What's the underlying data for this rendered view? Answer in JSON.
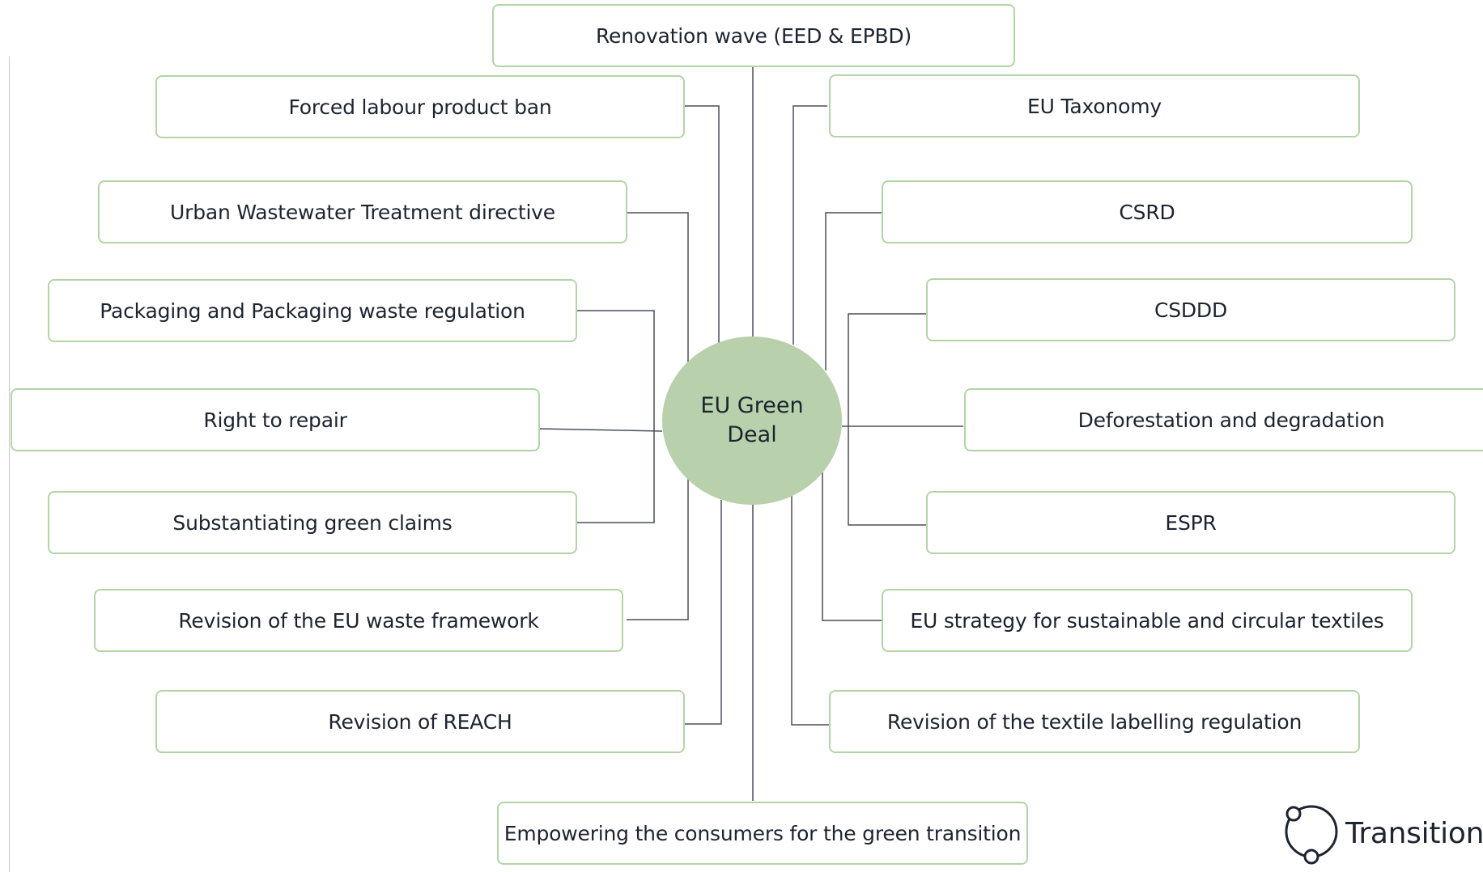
{
  "hub": {
    "line1": "EU Green",
    "line2": "Deal"
  },
  "top": "Renovation wave (EED & EPBD)",
  "bottom": "Empowering the consumers for the green transition",
  "left": [
    "Forced labour product ban",
    "Urban Wastewater Treatment directive",
    "Packaging and Packaging waste regulation",
    "Right to repair",
    "Substantiating green claims",
    "Revision of the EU waste framework",
    "Revision of REACH"
  ],
  "right": [
    "EU Taxonomy",
    "CSRD",
    "CSDDD",
    "Deforestation and degradation",
    "ESPR",
    "EU strategy for sustainable and circular textiles",
    "Revision of the textile labelling regulation"
  ],
  "logo": {
    "name": "Transition",
    "icon": "transition-logo-icon"
  },
  "colors": {
    "box_border": "#b3d4a6",
    "hub_fill": "#b8d1ac",
    "connector": "#4a4f5a",
    "text": "#1d2430"
  }
}
